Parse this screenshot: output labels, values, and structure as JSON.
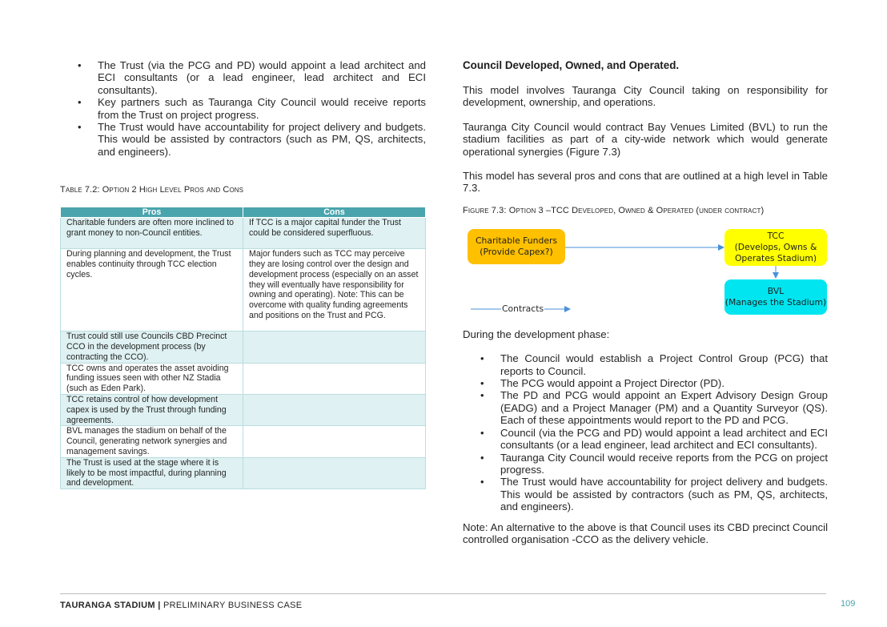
{
  "left": {
    "bullets": [
      "The Trust (via the PCG and PD) would appoint a lead architect and ECI consultants (or a lead engineer, lead architect and ECI consultants).",
      "Key partners such as Tauranga City Council would receive reports from the Trust on project progress.",
      "The Trust would have accountability for project delivery and budgets. This would be assisted by contractors (such as PM, QS, architects, and engineers)."
    ],
    "table_caption": "Table 7.2: Option 2 High Level Pros and Cons",
    "table": {
      "headers": [
        "Pros",
        "Cons"
      ],
      "rows": [
        [
          "Charitable funders are often more inclined to grant money to non-Council entities.",
          "If TCC is a major capital funder the Trust could be considered superfluous."
        ],
        [
          "During planning and development, the Trust enables continuity through TCC election cycles.",
          "Major funders such as TCC may perceive they are losing control over the design and development process (especially on an asset they will eventually have responsibility for owning and operating). Note: This can be overcome with quality funding agreements and positions on the Trust and PCG."
        ],
        [
          "Trust could still use Councils CBD Precinct CCO in the development process (by contracting the CCO).",
          ""
        ],
        [
          "TCC owns and operates the asset avoiding funding issues seen with other NZ Stadia (such as Eden Park).",
          ""
        ],
        [
          "TCC retains control of how development capex is used by the Trust through funding agreements.",
          ""
        ],
        [
          "BVL manages the stadium on behalf of the Council, generating network synergies and management savings.",
          ""
        ],
        [
          "The Trust is used at the stage where it is likely to be most impactful, during planning and development.",
          ""
        ]
      ]
    }
  },
  "right": {
    "heading": "Council Developed, Owned, and Operated.",
    "para1": "This model involves Tauranga City Council taking on responsibility for development, ownership, and operations.",
    "para2": "Tauranga City Council would contract Bay Venues Limited (BVL) to run the stadium facilities as part of a city-wide network which would generate operational synergies (Figure 7.3)",
    "para3": "This model has several pros and cons that are outlined at a high level in Table 7.3.",
    "figure_caption": "Figure 7.3: Option 3 –TCC Developed, Owned & Operated (under contract)",
    "diagram": {
      "funders_line1": "Charitable Funders",
      "funders_line2": "(Provide Capex?)",
      "tcc_line1": "TCC",
      "tcc_line2": "(Develops, Owns &",
      "tcc_line3": "Operates Stadium)",
      "bvl_line1": "BVL",
      "bvl_line2": "(Manages the Stadium)",
      "legend": "Contracts",
      "colors": {
        "funders": "#ffc000",
        "tcc": "#ffff00",
        "bvl": "#00e5f0",
        "arrow": "#4a90d9"
      }
    },
    "phase_intro": "During the development phase:",
    "bullets": [
      "The Council would establish a Project Control Group (PCG) that reports to Council.",
      "The PCG would appoint a Project Director (PD).",
      "The PD and PCG would appoint an Expert Advisory Design Group (EADG) and a Project Manager (PM) and a Quantity Surveyor (QS). Each of these appointments would report to the PD and PCG.",
      "Council (via the PCG and PD) would appoint a lead architect and ECI consultants (or a lead engineer, lead architect and ECI consultants).",
      "Tauranga City Council would receive reports from the PCG on project progress.",
      "The Trust would have accountability for project delivery and budgets. This would be assisted by contractors (such as PM, QS, architects, and engineers)."
    ],
    "note": "Note: An alternative to the above is that Council uses its CBD precinct Council controlled organisation -CCO as the delivery vehicle."
  },
  "footer": {
    "title": "TAURANGA STADIUM",
    "separator": "|",
    "subtitle": "PRELIMINARY BUSINESS CASE",
    "page": "109"
  }
}
